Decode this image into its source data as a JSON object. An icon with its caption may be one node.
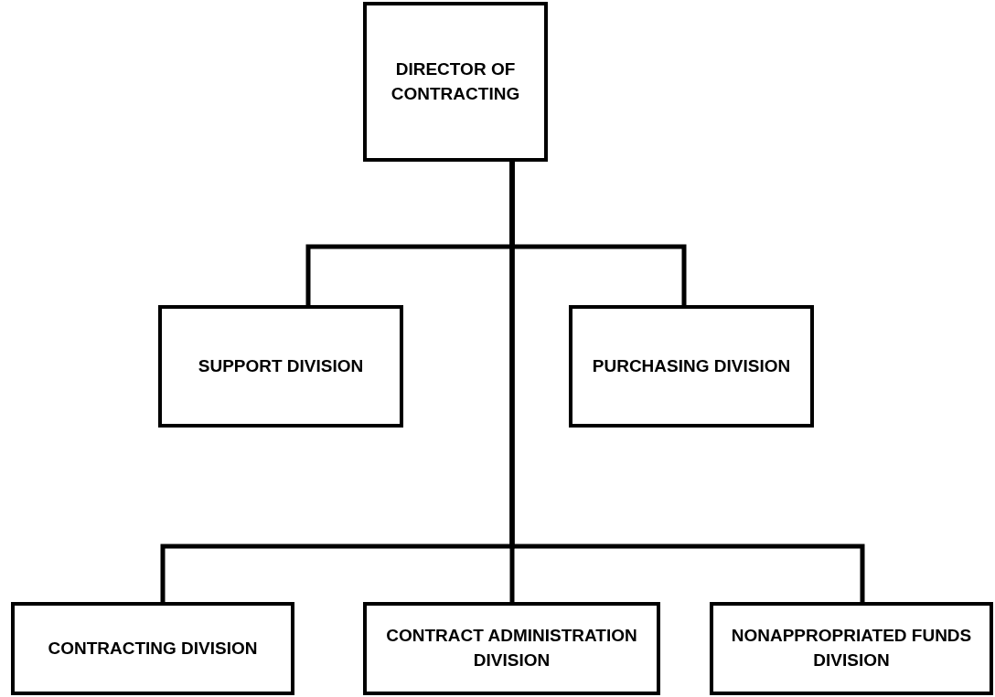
{
  "diagram": {
    "nodes": [
      {
        "text": [
          "DIRECTOR OF CONTRACTING"
        ]
      },
      {
        "text": [
          "SUPPORT DIVISION"
        ]
      },
      {
        "text": [
          "PURCHASING DIVISION"
        ]
      },
      {
        "text": [
          "CONTRACTING DIVISION"
        ]
      },
      {
        "text": [
          "CONTRACT ADMINISTRATION DIVISION"
        ]
      },
      {
        "text": [
          "NONAPPROPRIATED FUNDS DIVISION"
        ]
      }
    ],
    "edges": [
      {
        "from": 0,
        "to": 1,
        "arrow": "none"
      },
      {
        "from": 0,
        "to": 2,
        "arrow": "none"
      },
      {
        "from": 0,
        "to": 3,
        "arrow": "none"
      },
      {
        "from": 0,
        "to": 4,
        "arrow": "none"
      },
      {
        "from": 0,
        "to": 5,
        "arrow": "none"
      }
    ]
  }
}
